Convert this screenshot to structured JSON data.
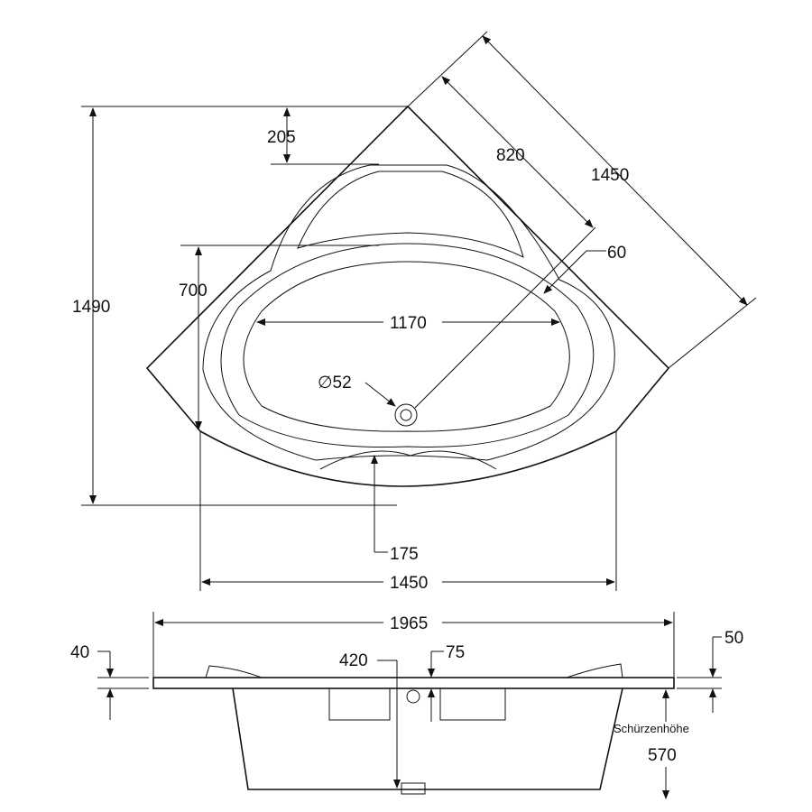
{
  "top_view": {
    "height_total": "1490",
    "inner_depth": "700",
    "top_offset": "205",
    "inner_width": "1170",
    "width": "1450",
    "diagonal_side": "1450",
    "diagonal_inner": "820",
    "rim_width": "60",
    "drain_diameter": "∅52",
    "front_offset": "175"
  },
  "side_view": {
    "length": "1965",
    "rim_height_left": "40",
    "drain_position": "420",
    "drain_offset": "75",
    "rim_height_right": "50",
    "apron_label": "Schürzenhöhe",
    "apron_height": "570"
  }
}
